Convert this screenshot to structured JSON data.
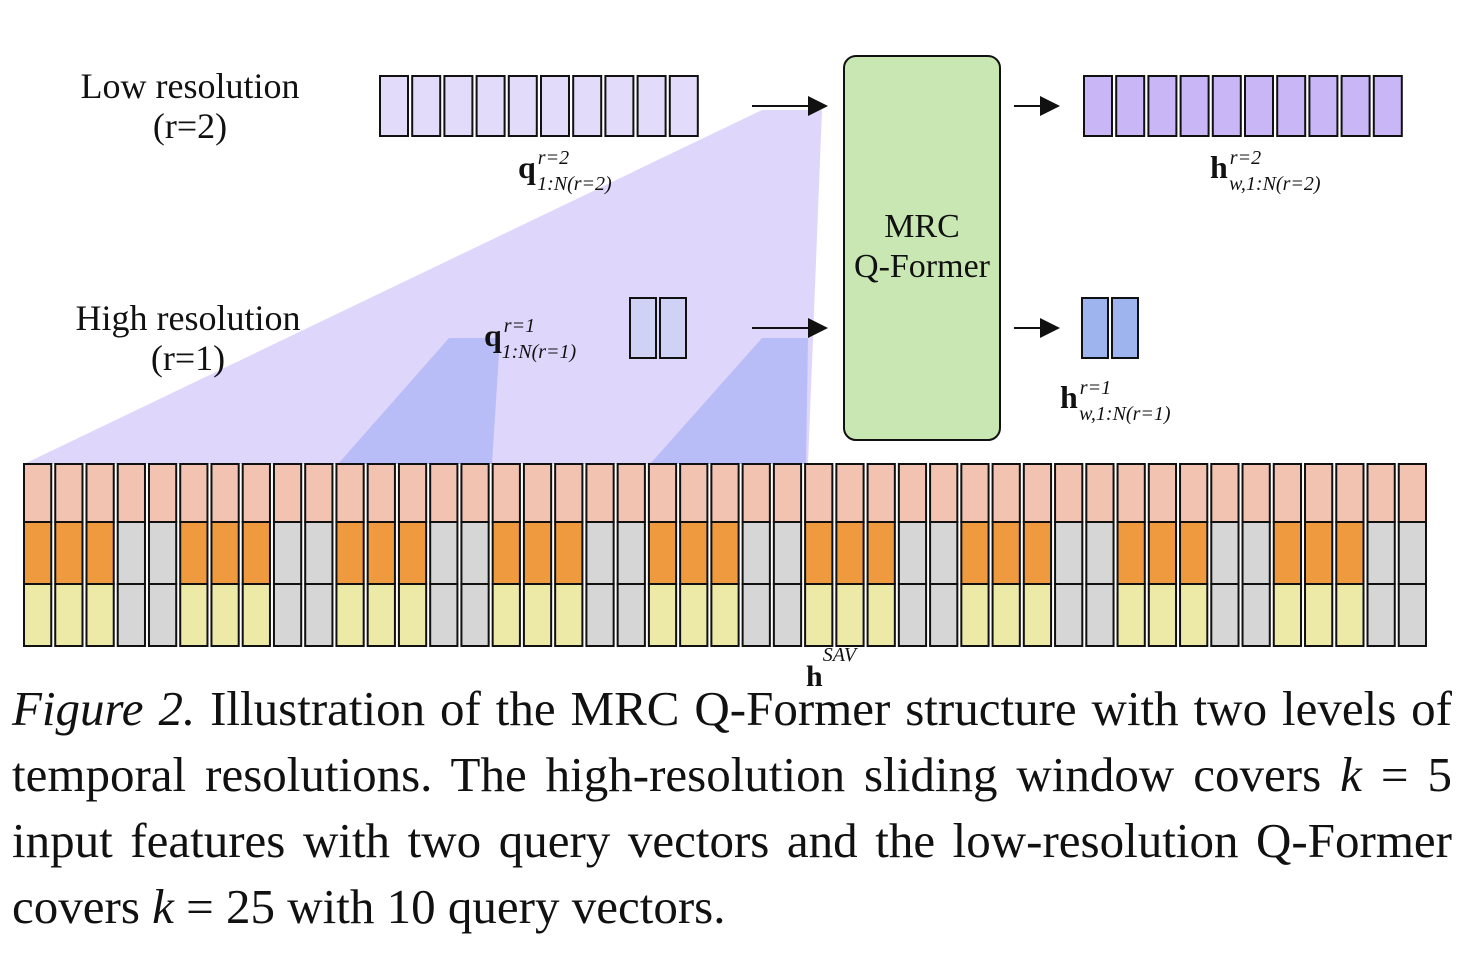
{
  "labels": {
    "low_resolution": "Low resolution",
    "low_r": "(r=2)",
    "high_resolution": "High resolution",
    "high_r": "(r=1)",
    "qformer_line1": "MRC",
    "qformer_line2": "Q-Former",
    "q_low_base": "q",
    "q_low_sup": "r=2",
    "q_low_sub": "1:N(r=2)",
    "q_high_base": "q",
    "q_high_sup": "r=1",
    "q_high_sub": "1:N(r=1)",
    "h_low_base": "h",
    "h_low_sup": "r=2",
    "h_low_sub": "w,1:N(r=2)",
    "h_high_base": "h",
    "h_high_sup": "r=1",
    "h_high_sub": "w,1:N(r=1)",
    "hsav_base": "h",
    "hsav_sup": "SAV"
  },
  "caption": {
    "figure_label": "Figure 2.",
    "text_1": " Illustration of the MRC Q-Former structure with two levels of temporal resolutions. The high-resolution sliding window covers ",
    "var_1": "k",
    "eq_1": " = 5",
    "text_2": " input features with two query vectors and the low-resolution Q-Former covers ",
    "var_2": "k",
    "eq_2": " = 25",
    "text_3": " with 10 query vectors."
  },
  "colors": {
    "low_query_fill": "#e2dbfa",
    "low_output_fill": "#c9b6f7",
    "high_query_fill": "#cfd2f5",
    "high_output_fill": "#9db4ee",
    "qformer_fill": "#c9e7b3",
    "window_low": "#ddd4fb",
    "window_high": "#b9bdf7",
    "feat_top": "#f2c3b1",
    "feat_mid_active": "#ef9a3e",
    "feat_mid_inactive": "#d6d6d6",
    "feat_bot_active": "#eceaa6",
    "feat_bot_inactive": "#d6d6d6"
  },
  "features": {
    "count": 45,
    "active_pattern": [
      1,
      1,
      1,
      0,
      0,
      1,
      1,
      1,
      0,
      0,
      1,
      1,
      1,
      0,
      0,
      1,
      1,
      1,
      0,
      0,
      1,
      1,
      1,
      0,
      0,
      1,
      1,
      1,
      0,
      0,
      1,
      1,
      1,
      0,
      0,
      1,
      1,
      1,
      0,
      0,
      1,
      1,
      1,
      0,
      0
    ]
  },
  "queries": {
    "low_count": 10,
    "high_count": 2
  }
}
